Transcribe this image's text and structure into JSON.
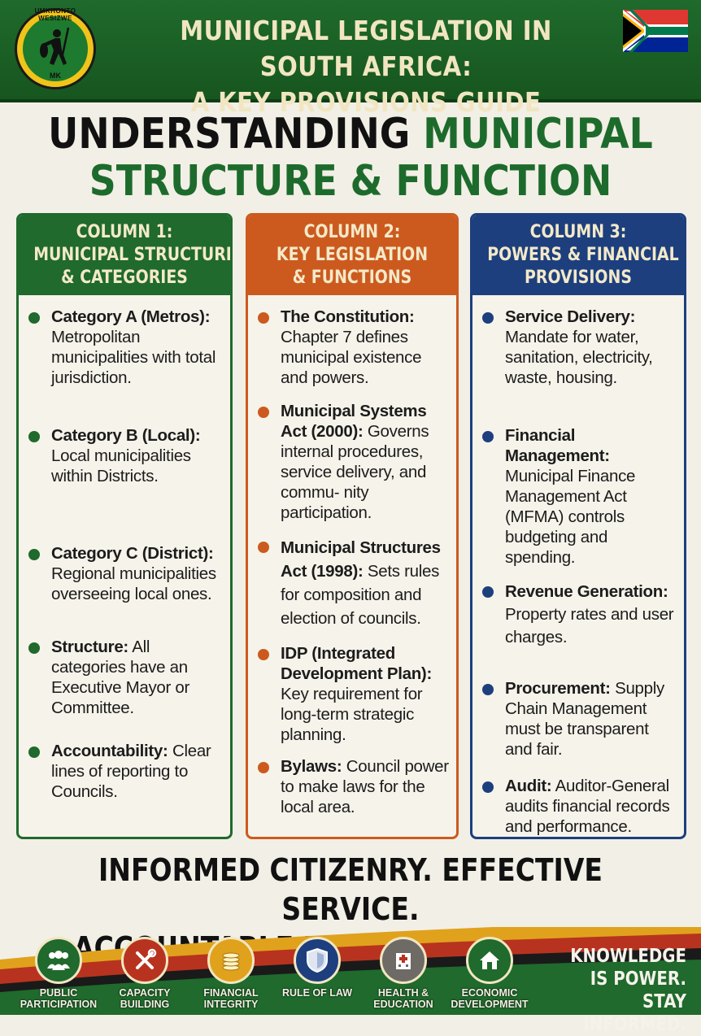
{
  "header": {
    "logo_top_text": "UMKHONTO WESIZWE",
    "logo_bottom_text": "MK",
    "title_line1": "MUNICIPAL LEGISLATION IN SOUTH AFRICA:",
    "title_line2": "A KEY PROVISIONS GUIDE"
  },
  "heading": {
    "line1_dark": "UNDERSTANDING",
    "line1_green": "MUNICIPAL",
    "line2_green": "STRUCTURE & FUNCTION"
  },
  "columns": [
    {
      "title_lines": [
        "COLUMN 1:",
        "MUNICIPAL STRUCTURE",
        "& CATEGORIES"
      ],
      "items": [
        {
          "bold": "Category A (Metros):",
          "text": " Metropolitan municipalities with total jurisdiction."
        },
        {
          "bold": "Category B (Local):",
          "text": " Local municipalities within Districts."
        },
        {
          "bold": "Category C (District):",
          "text": " Regional municipalities overseeing local ones."
        },
        {
          "bold": "Structure:",
          "text": " All categories have an Executive Mayor or Committee."
        },
        {
          "bold": "Accountability:",
          "text": " Clear lines of reporting to Councils."
        }
      ]
    },
    {
      "title_lines": [
        "COLUMN 2:",
        "KEY LEGISLATION",
        "& FUNCTIONS"
      ],
      "items": [
        {
          "bold": "The Constitution:",
          "text": " Chapter 7 defines municipal existence and powers."
        },
        {
          "bold": "Municipal Systems Act (2000):",
          "text": " Governs internal procedures, service delivery, and commu- nity participation."
        },
        {
          "bold": "Municipal Structures Act (1998):",
          "text": " Sets rules for composition and election of councils."
        },
        {
          "bold": "IDP (Integrated Development Plan):",
          "text": " Key requirement for long-term strategic planning."
        },
        {
          "bold": "Bylaws:",
          "text": " Council power to make laws for the local area."
        }
      ]
    },
    {
      "title_lines": [
        "COLUMN 3:",
        "POWERS & FINANCIAL",
        "PROVISIONS"
      ],
      "items": [
        {
          "bold": "Service Delivery:",
          "text": " Mandate for water, sanitation, electricity, waste, housing."
        },
        {
          "bold": "Financial Management:",
          "text": " Municipal Finance Management Act (MFMA) controls budgeting and spending."
        },
        {
          "bold": "Revenue Generation:",
          "text": " Property rates and user charges."
        },
        {
          "bold": "Procurement:",
          "text": " Supply Chain Management must be transparent and fair."
        },
        {
          "bold": "Audit:",
          "text": " Auditor-General audits financial records and performance."
        }
      ]
    }
  ],
  "tagline": {
    "line1": "INFORMED CITIZENRY. EFFECTIVE SERVICE.",
    "line2": "ACCOUNTABLE LOCAL GOVERNMENT."
  },
  "footer_icons": [
    {
      "icon": "people-icon",
      "label_lines": [
        "PUBLIC",
        "PARTICIPATION"
      ],
      "color": "#1f6a2c"
    },
    {
      "icon": "tools-icon",
      "label_lines": [
        "CAPACITY",
        "BUILDING"
      ],
      "color": "#b8331f"
    },
    {
      "icon": "coins-icon",
      "label_lines": [
        "FINANCIAL",
        "INTEGRITY"
      ],
      "color": "#e0a21c"
    },
    {
      "icon": "shield-icon",
      "label_lines": [
        "RULE OF LAW",
        ""
      ],
      "color": "#1d3f7e"
    },
    {
      "icon": "hospital-icon",
      "label_lines": [
        "HEALTH &",
        "EDUCATION"
      ],
      "color": "#6e6a66"
    },
    {
      "icon": "house-icon",
      "label_lines": [
        "ECONOMIC",
        "DEVELOPMENT"
      ],
      "color": "#1f6a2c"
    }
  ],
  "knowledge": {
    "line1": "KNOWLEDGE",
    "line2": "IS POWER.",
    "line3": "STAY INFORMED."
  },
  "colors": {
    "green": "#1f6a2c",
    "orange": "#cc5a1e",
    "navy": "#1d3f7e",
    "cream": "#f1e6c1"
  }
}
